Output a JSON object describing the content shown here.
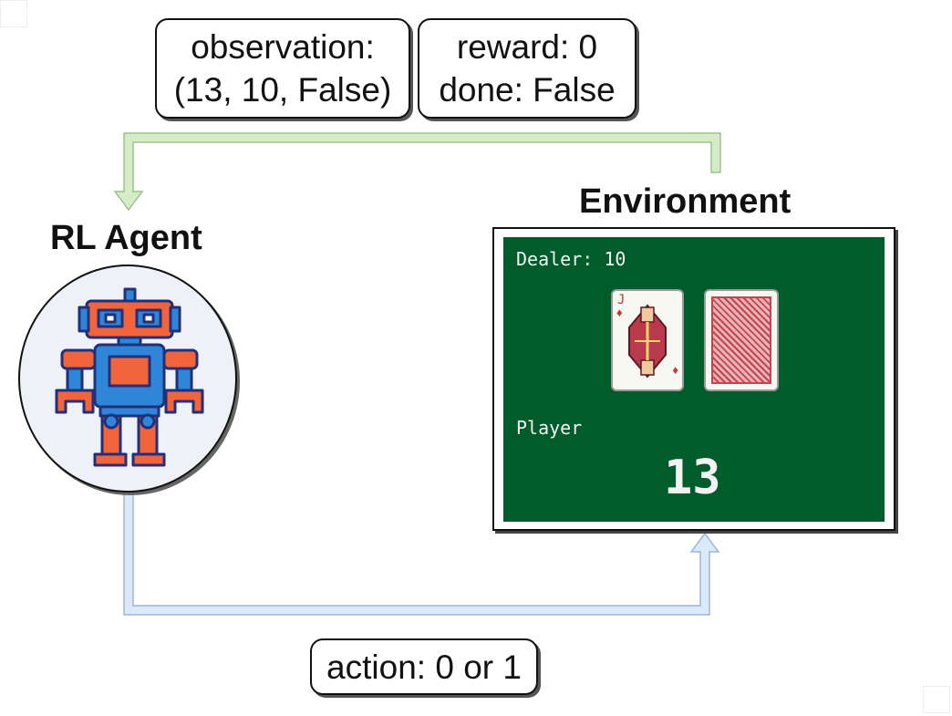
{
  "observation_box": {
    "line1": "observation:",
    "line2": "(13, 10, False)"
  },
  "reward_box": {
    "line1": "reward: 0",
    "line2": "done: False"
  },
  "agent": {
    "title": "RL Agent"
  },
  "environment": {
    "title": "Environment",
    "dealer_label": "Dealer: 10",
    "player_label": "Player",
    "player_total": "13",
    "dealer_card_rank": "J",
    "table_color": "#005c2b"
  },
  "action_box": {
    "label": "action: 0 or 1"
  },
  "colors": {
    "feedback_arrow": "#d6ecc8",
    "action_arrow": "#dce9f9",
    "robot_orange": "#f2643c",
    "robot_blue": "#2f86d8"
  }
}
